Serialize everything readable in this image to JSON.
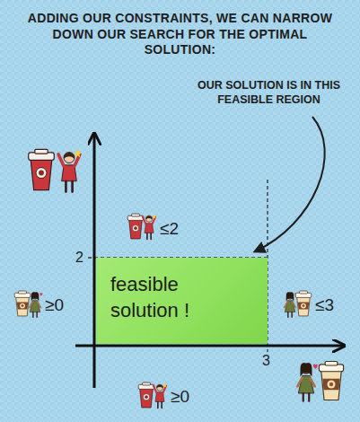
{
  "diagram": {
    "title": "ADDING OUR CONSTRAINTS, WE CAN NARROW DOWN OUR SEARCH FOR THE OPTIMAL SOLUTION:",
    "nodes": [
      {
        "text": [
          "feasible solution !"
        ]
      }
    ],
    "labels": [
      "OUR SOLUTION IS IN THIS FEASIBLE REGION",
      "≤2",
      "2",
      "≥0",
      "≤3",
      "3",
      "≥0"
    ]
  }
}
